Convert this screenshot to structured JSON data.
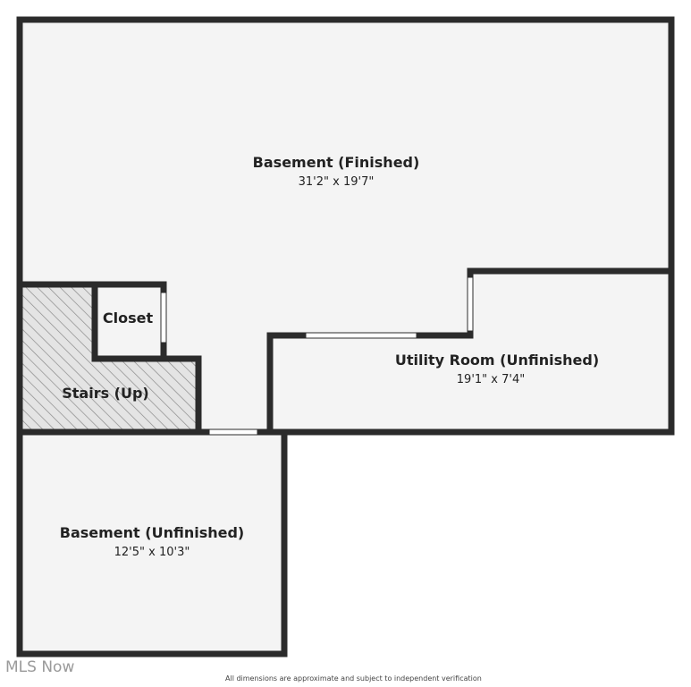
{
  "rooms": {
    "basement_finished": {
      "name": "Basement (Finished)",
      "dims": "31'2\" x 19'7\""
    },
    "utility_room": {
      "name": "Utility Room (Unfinished)",
      "dims": "19'1\" x 7'4\""
    },
    "closet": {
      "name": "Closet"
    },
    "stairs": {
      "name": "Stairs (Up)"
    },
    "basement_unfinished": {
      "name": "Basement (Unfinished)",
      "dims": "12'5\" x 10'3\""
    }
  },
  "watermark": "MLS Now",
  "disclaimer": "All dimensions are approximate and subject to independent verification",
  "colors": {
    "wall": "#2b2b2b",
    "floor": "#f4f4f4",
    "hatch": "#8a8a8a",
    "door_opening": "#ffffff"
  }
}
